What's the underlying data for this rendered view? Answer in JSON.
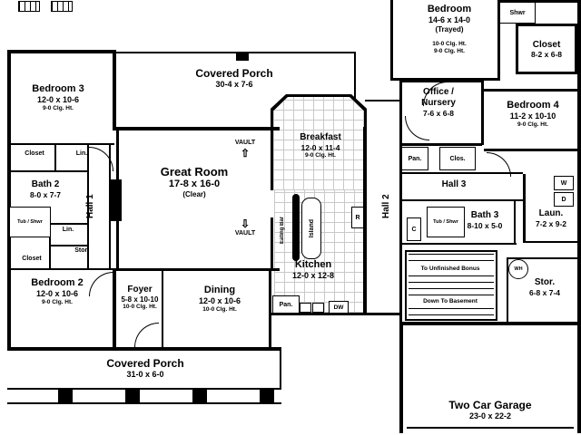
{
  "rooms": {
    "bedroom3": {
      "name": "Bedroom 3",
      "dims": "12-0 x 10-6",
      "ceiling": "9-0 Clg. Ht."
    },
    "bedroom2": {
      "name": "Bedroom 2",
      "dims": "12-0 x 10-6",
      "ceiling": "9-0 Clg. Ht."
    },
    "bath2": {
      "name": "Bath 2",
      "dims": "8-0 x 7-7"
    },
    "hall1": {
      "name": "Hall 1"
    },
    "hall2": {
      "name": "Hall 2"
    },
    "hall3": {
      "name": "Hall 3"
    },
    "great_room": {
      "name": "Great Room",
      "dims": "17-8 x 16-0",
      "note": "(Clear)"
    },
    "covered_porch_top": {
      "name": "Covered Porch",
      "dims": "30-4 x 7-6"
    },
    "covered_porch_bottom": {
      "name": "Covered Porch",
      "dims": "31-0 x 6-0"
    },
    "foyer": {
      "name": "Foyer",
      "dims": "5-8 x 10-10",
      "ceiling": "10-0 Clg. Ht."
    },
    "dining": {
      "name": "Dining",
      "dims": "12-0 x 10-6",
      "ceiling": "10-0 Clg. Ht."
    },
    "breakfast": {
      "name": "Breakfast",
      "dims": "12-0 x 11-4",
      "ceiling": "9-0 Clg. Ht."
    },
    "kitchen": {
      "name": "Kitchen",
      "dims": "12-0 x 12-8"
    },
    "master_bedroom": {
      "name": "Bedroom",
      "dims": "14-6 x 14-0",
      "note": "(Trayed)",
      "ceiling": "10-0 Clg. Ht.",
      "ceiling2": "9-0 Clg. Ht."
    },
    "closet_master": {
      "name": "Closet",
      "dims": "8-2 x 6-8"
    },
    "office": {
      "name": "Office / Nursery",
      "dims": "7-6 x 6-8"
    },
    "bedroom4": {
      "name": "Bedroom 4",
      "dims": "11-2 x 10-10",
      "ceiling": "9-0 Clg. Ht."
    },
    "bath3": {
      "name": "Bath 3",
      "dims": "8-10 x 5-0"
    },
    "laundry": {
      "name": "Laun.",
      "dims": "7-2 x 9-2"
    },
    "storage": {
      "name": "Stor.",
      "dims": "6-8 x 7-4"
    },
    "garage": {
      "name": "Two Car Garage",
      "dims": "23-0 x 22-2"
    }
  },
  "labels": {
    "closet": "Closet",
    "lin": "Lin.",
    "stor": "Stor.",
    "tub_shwr": "Tub / Shwr",
    "shwr": "Shwr",
    "pan": "Pan.",
    "clos": "Clos.",
    "dw": "DW",
    "range": "R",
    "commode": "C",
    "washer": "W",
    "dryer": "D",
    "water_heater": "WH",
    "vault": "VAULT",
    "eating_bar": "Eating Bar",
    "island": "Island",
    "to_unfinished_bonus": "To Unfinished Bonus",
    "down_to_basement": "Down To Basement"
  },
  "icons": {
    "vault_arrow_up": "⇧",
    "vault_arrow_down": "⇩"
  }
}
